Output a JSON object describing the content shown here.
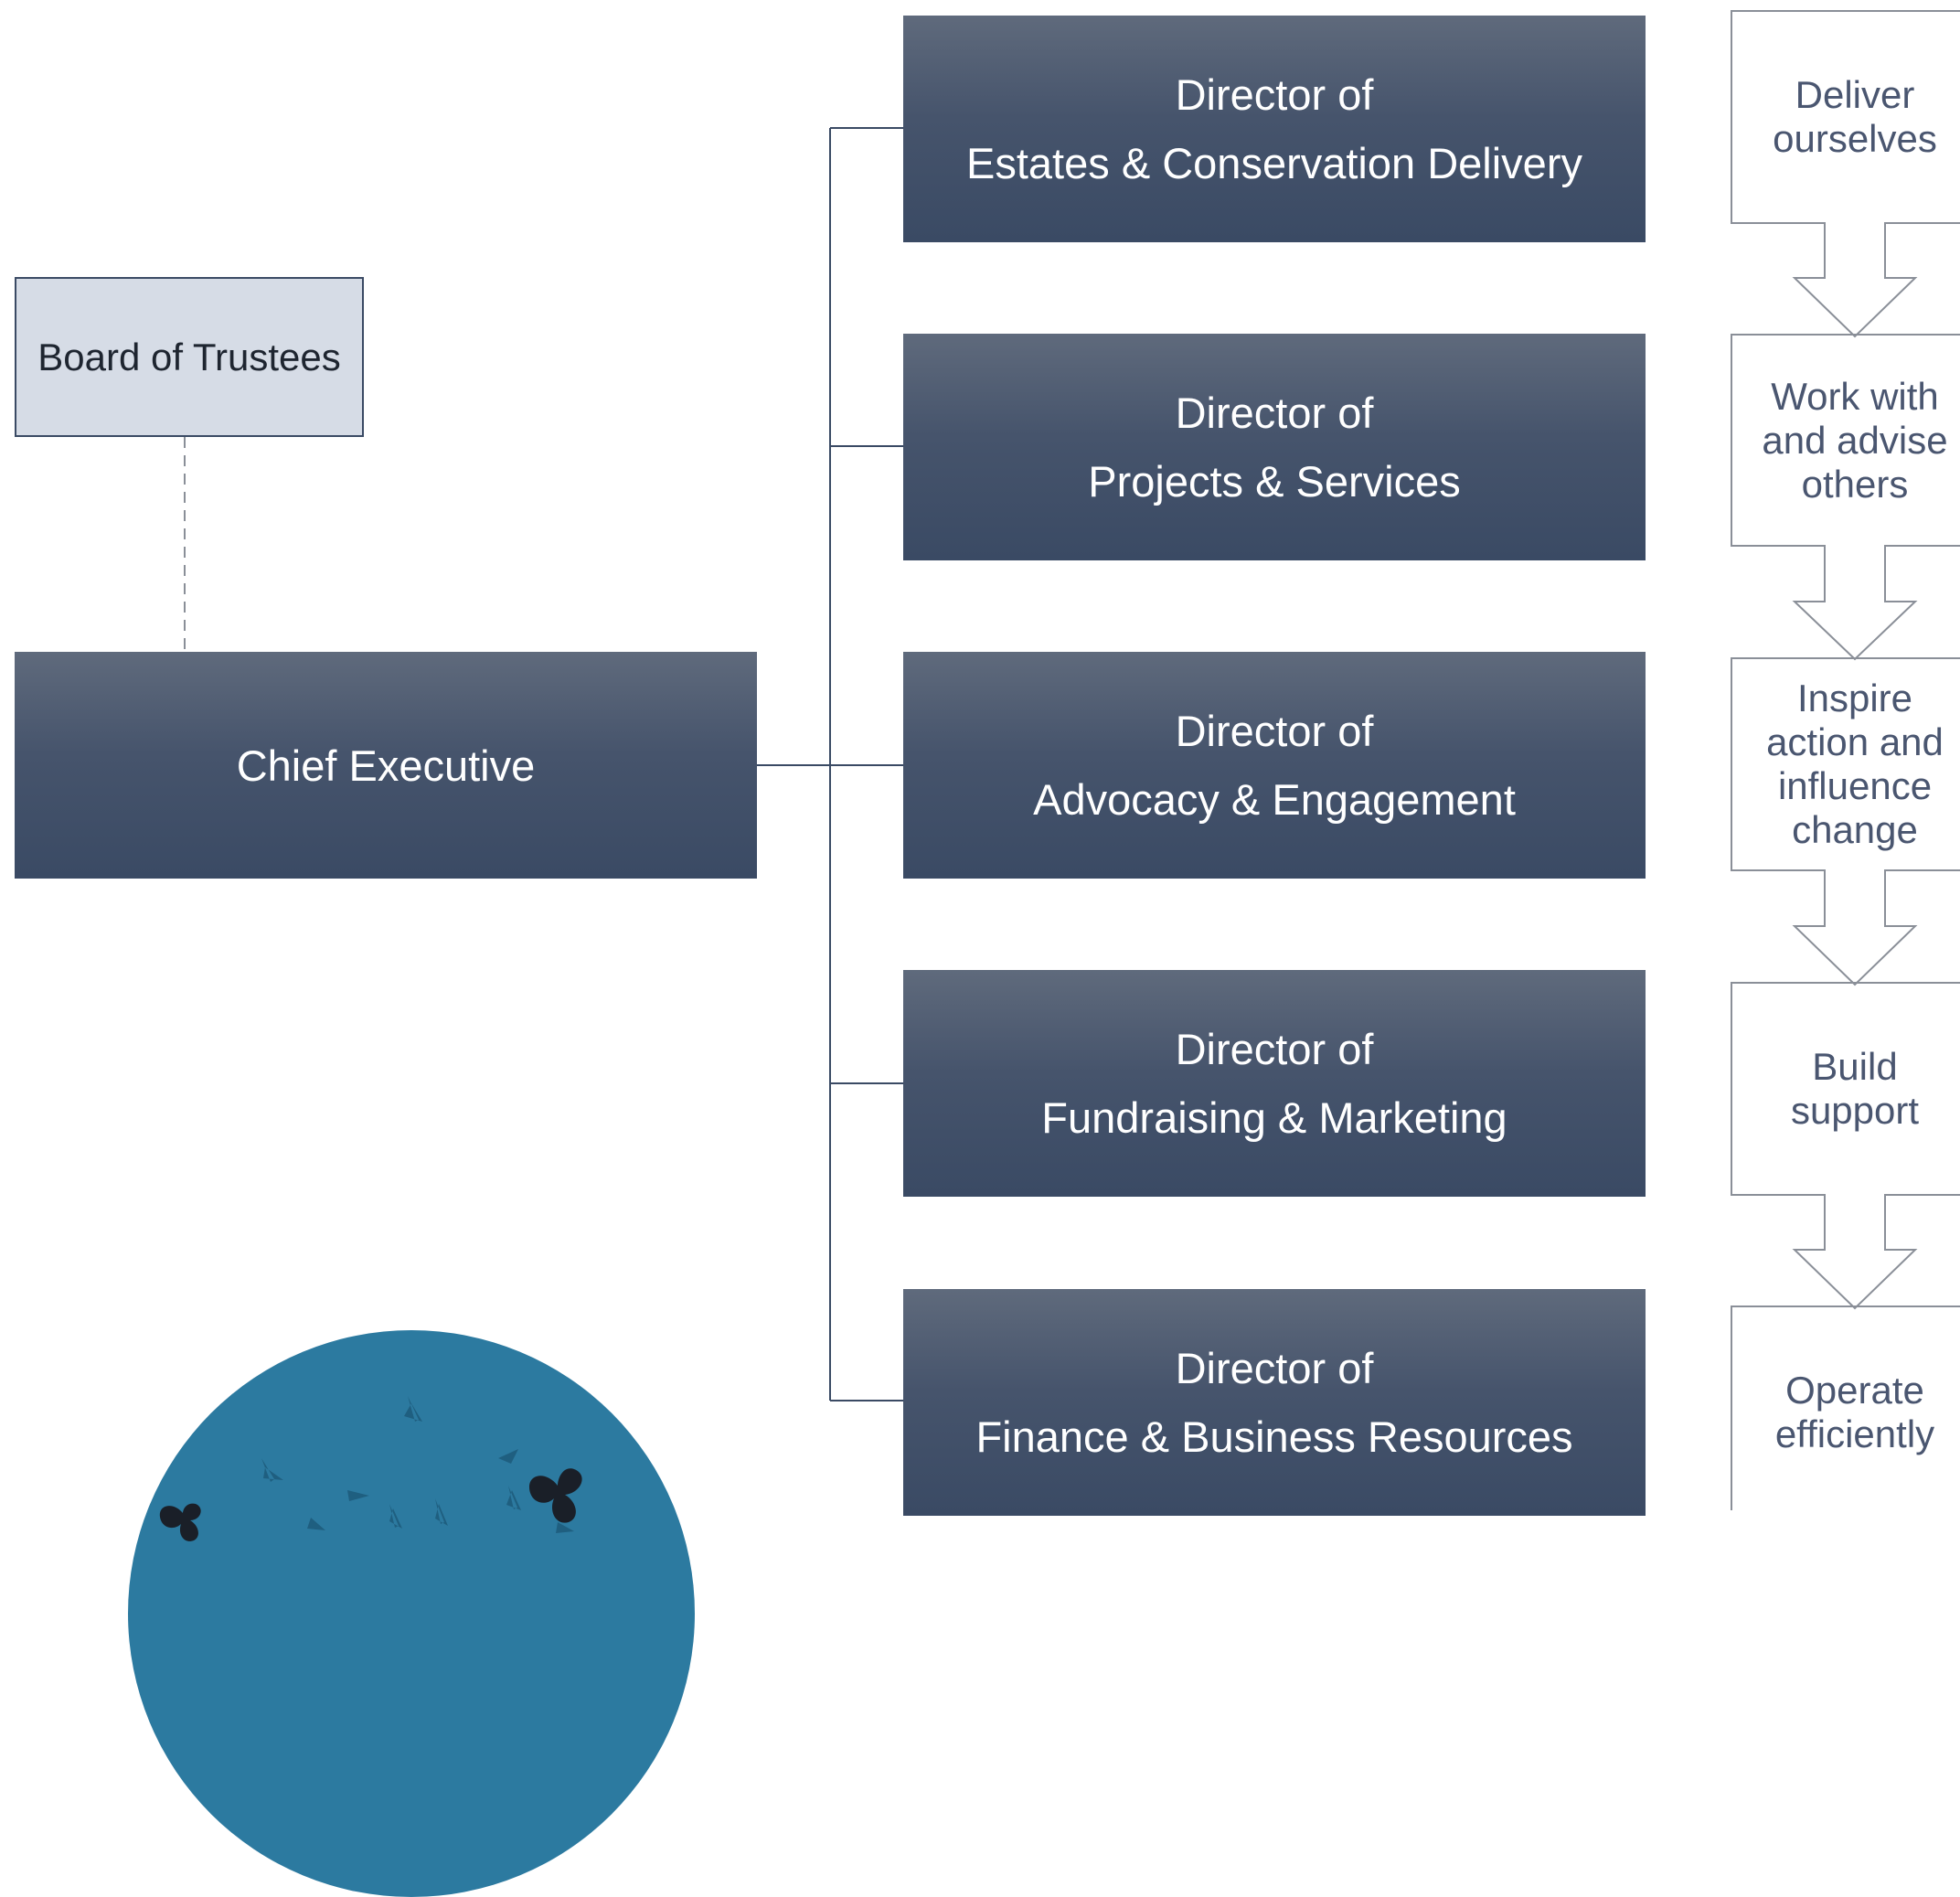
{
  "chart": {
    "board": "Board of Trustees",
    "chief_executive": "Chief Executive",
    "directors": [
      {
        "line1": "Director of",
        "line2": "Estates & Conservation Delivery"
      },
      {
        "line1": "Director of",
        "line2": "Projects & Services"
      },
      {
        "line1": "Director of",
        "line2": "Advocacy & Engagement"
      },
      {
        "line1": "Director of",
        "line2": "Fundraising & Marketing"
      },
      {
        "line1": "Director of",
        "line2": "Finance & Business Resources"
      }
    ]
  },
  "process_steps": [
    {
      "lines": [
        "Deliver",
        "ourselves"
      ]
    },
    {
      "lines": [
        "Work with",
        "and advise",
        "others"
      ]
    },
    {
      "lines": [
        "Inspire",
        "action and",
        "influence",
        "change"
      ]
    },
    {
      "lines": [
        "Build",
        "support"
      ]
    },
    {
      "lines": [
        "Operate",
        "efficiently"
      ]
    }
  ],
  "colors": {
    "box_dark": "#3a4a64",
    "box_light": "#d6dce6",
    "arrow_text": "#4a5670",
    "logo_blue": "#2c7aa0"
  },
  "logo": {
    "icon": "bird-flock-logo"
  }
}
